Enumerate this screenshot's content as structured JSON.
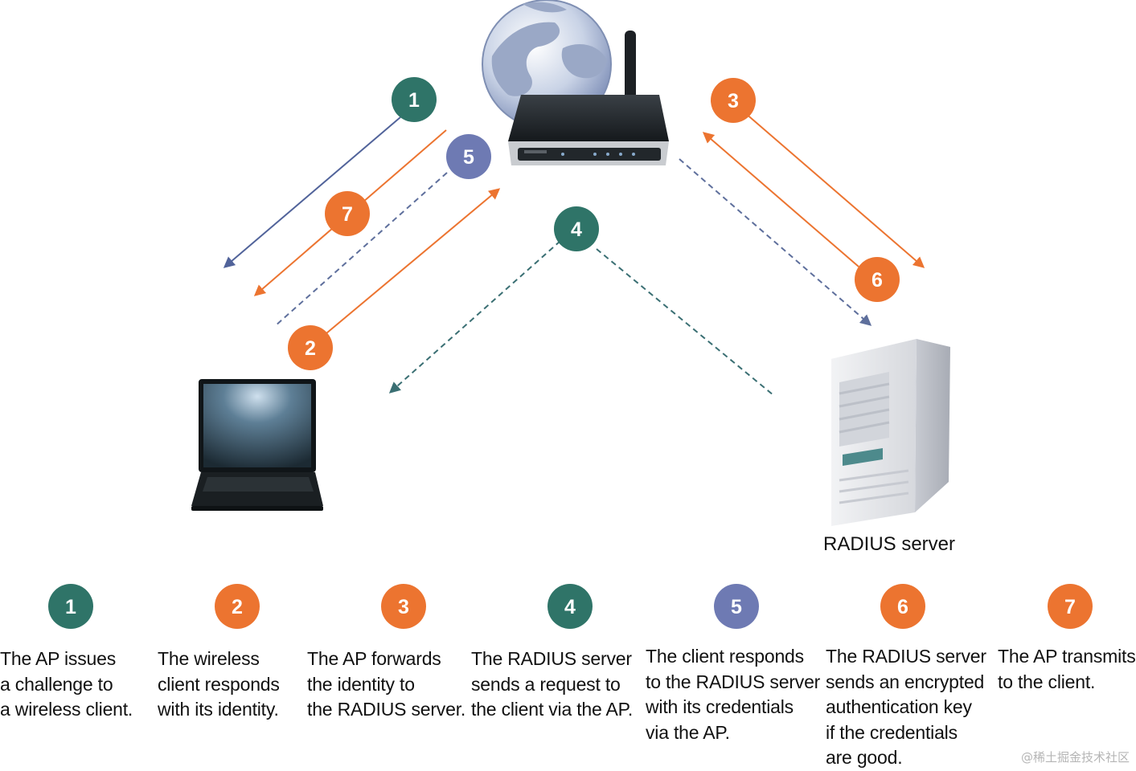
{
  "colors": {
    "teal": "#2f7468",
    "orange": "#ec7430",
    "periwinkle": "#6e7ab3",
    "blue_arrow": "#51639a",
    "dash_teal": "#3a6f73",
    "dash_blue": "#5e6f9c"
  },
  "icons": {
    "globe": "globe-icon",
    "router": "wireless-router-icon",
    "laptop": "laptop-icon",
    "server": "server-tower-icon"
  },
  "diagram": {
    "server_label": "RADIUS server",
    "badges": [
      {
        "step": "1",
        "color": "teal"
      },
      {
        "step": "2",
        "color": "orange"
      },
      {
        "step": "3",
        "color": "orange"
      },
      {
        "step": "4",
        "color": "teal"
      },
      {
        "step": "5",
        "color": "periwinkle"
      },
      {
        "step": "6",
        "color": "orange"
      },
      {
        "step": "7",
        "color": "orange"
      }
    ]
  },
  "legend": [
    {
      "number": "1",
      "color": "teal",
      "text": "The AP issues\na challenge to\na wireless client."
    },
    {
      "number": "2",
      "color": "orange",
      "text": "The wireless\nclient responds\nwith its identity."
    },
    {
      "number": "3",
      "color": "orange",
      "text": "The AP forwards\nthe identity to\nthe RADIUS server."
    },
    {
      "number": "4",
      "color": "teal",
      "text": "The RADIUS server\nsends a request to\nthe client via the AP."
    },
    {
      "number": "5",
      "color": "periwinkle",
      "text": "The client responds\nto the RADIUS server\nwith its credentials\nvia the AP."
    },
    {
      "number": "6",
      "color": "orange",
      "text": "The RADIUS server\nsends an encrypted\nauthentication key\nif the credentials\nare good."
    },
    {
      "number": "7",
      "color": "orange",
      "text": "The AP transmits\nto the client."
    }
  ],
  "watermark": "@稀土掘金技术社区"
}
